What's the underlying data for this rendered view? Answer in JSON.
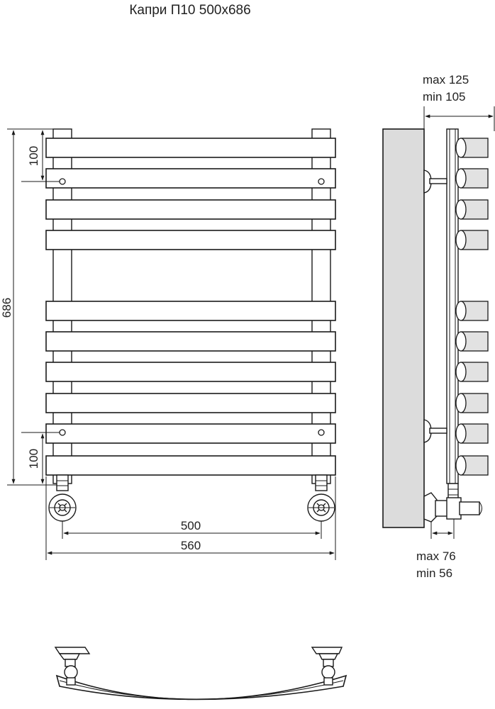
{
  "title": "Капри П10 500х686",
  "dimensions": {
    "top_spacing": "100",
    "bottom_spacing": "100",
    "height": "686",
    "axis_width": "500",
    "overall_width": "560",
    "depth_max": "max 125",
    "depth_min": "min 105",
    "wall_offset_max": "max 76",
    "wall_offset_min": "min 56"
  }
}
